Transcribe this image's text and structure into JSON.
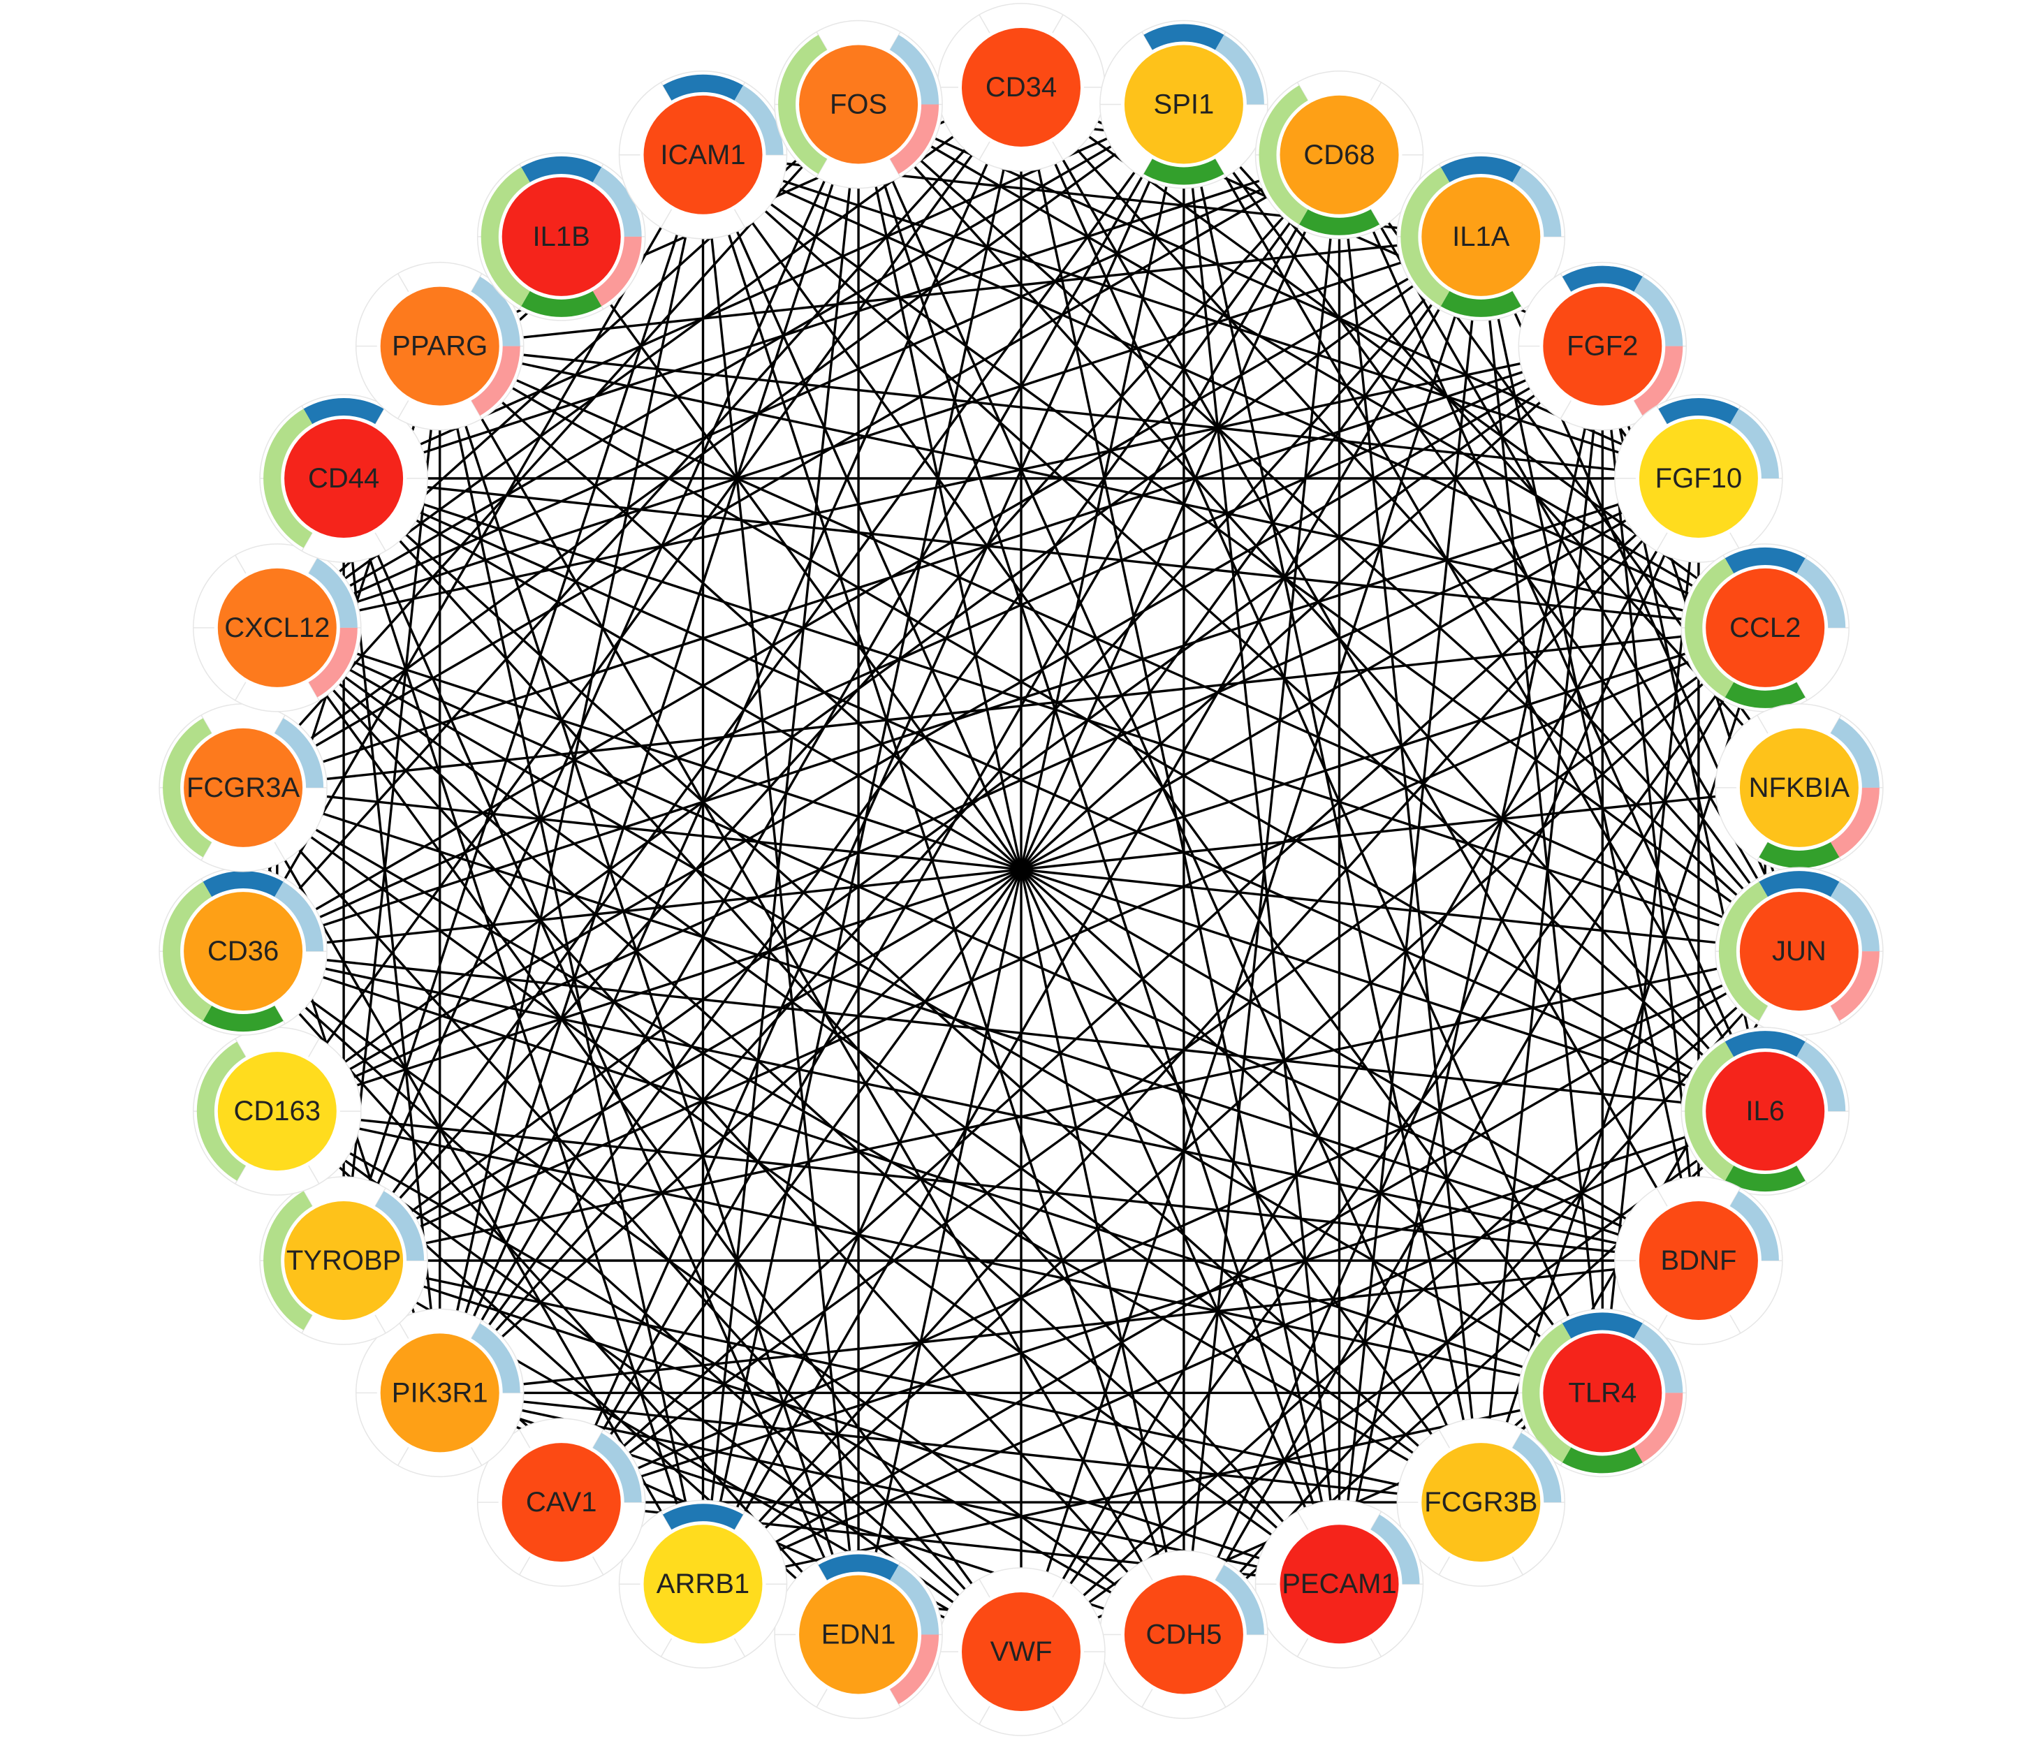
{
  "network": {
    "palette": {
      "node_red": "#f5241b",
      "node_redorange": "#fc4a14",
      "node_orange": "#fd7a1d",
      "node_amber": "#fea016",
      "node_gold": "#fec21a",
      "node_yellow": "#ffdc1e",
      "ring_dark_blue": "#1f78b4",
      "ring_light_blue": "#a6cee3",
      "ring_pink": "#fb9a99",
      "ring_dark_green": "#33a02c",
      "ring_light_green": "#b2df8a",
      "edge": "#000000"
    },
    "ring_categories": [
      "ring_dark_blue",
      "ring_light_blue",
      "ring_pink",
      "ring_dark_green",
      "ring_light_green"
    ],
    "nodes": [
      {
        "label": "CD34",
        "color": "node_redorange",
        "ring": [
          0,
          0,
          0,
          0,
          0
        ]
      },
      {
        "label": "SPI1",
        "color": "node_gold",
        "ring": [
          1,
          1,
          0,
          1,
          0
        ]
      },
      {
        "label": "CD68",
        "color": "node_amber",
        "ring": [
          0,
          0,
          0,
          1,
          1
        ]
      },
      {
        "label": "IL1A",
        "color": "node_amber",
        "ring": [
          1,
          1,
          0,
          1,
          1
        ]
      },
      {
        "label": "FGF2",
        "color": "node_redorange",
        "ring": [
          1,
          1,
          1,
          0,
          0
        ]
      },
      {
        "label": "FGF10",
        "color": "node_yellow",
        "ring": [
          1,
          1,
          0,
          0,
          0
        ]
      },
      {
        "label": "CCL2",
        "color": "node_redorange",
        "ring": [
          1,
          1,
          0,
          1,
          1
        ]
      },
      {
        "label": "NFKBIA",
        "color": "node_gold",
        "ring": [
          0,
          1,
          1,
          1,
          0
        ]
      },
      {
        "label": "JUN",
        "color": "node_redorange",
        "ring": [
          1,
          1,
          1,
          0,
          1
        ]
      },
      {
        "label": "IL6",
        "color": "node_red",
        "ring": [
          1,
          1,
          0,
          1,
          1
        ]
      },
      {
        "label": "BDNF",
        "color": "node_redorange",
        "ring": [
          0,
          1,
          0,
          0,
          0
        ]
      },
      {
        "label": "TLR4",
        "color": "node_red",
        "ring": [
          1,
          1,
          1,
          1,
          1
        ]
      },
      {
        "label": "FCGR3B",
        "color": "node_gold",
        "ring": [
          0,
          1,
          0,
          0,
          0
        ]
      },
      {
        "label": "PECAM1",
        "color": "node_red",
        "ring": [
          0,
          1,
          0,
          0,
          0
        ]
      },
      {
        "label": "CDH5",
        "color": "node_redorange",
        "ring": [
          0,
          1,
          0,
          0,
          0
        ]
      },
      {
        "label": "VWF",
        "color": "node_redorange",
        "ring": [
          0,
          0,
          0,
          0,
          0
        ]
      },
      {
        "label": "EDN1",
        "color": "node_amber",
        "ring": [
          1,
          1,
          1,
          0,
          0
        ]
      },
      {
        "label": "ARRB1",
        "color": "node_yellow",
        "ring": [
          1,
          0,
          0,
          0,
          0
        ]
      },
      {
        "label": "CAV1",
        "color": "node_redorange",
        "ring": [
          0,
          1,
          0,
          0,
          0
        ]
      },
      {
        "label": "PIK3R1",
        "color": "node_amber",
        "ring": [
          0,
          1,
          0,
          0,
          0
        ]
      },
      {
        "label": "TYROBP",
        "color": "node_gold",
        "ring": [
          0,
          1,
          0,
          0,
          1
        ]
      },
      {
        "label": "CD163",
        "color": "node_yellow",
        "ring": [
          0,
          0,
          0,
          0,
          1
        ]
      },
      {
        "label": "CD36",
        "color": "node_amber",
        "ring": [
          1,
          1,
          0,
          1,
          1
        ]
      },
      {
        "label": "FCGR3A",
        "color": "node_orange",
        "ring": [
          0,
          1,
          0,
          0,
          1
        ]
      },
      {
        "label": "CXCL12",
        "color": "node_orange",
        "ring": [
          0,
          1,
          1,
          0,
          0
        ]
      },
      {
        "label": "CD44",
        "color": "node_red",
        "ring": [
          1,
          0,
          0,
          0,
          1
        ]
      },
      {
        "label": "PPARG",
        "color": "node_orange",
        "ring": [
          0,
          1,
          1,
          0,
          0
        ]
      },
      {
        "label": "IL1B",
        "color": "node_red",
        "ring": [
          1,
          1,
          1,
          1,
          1
        ]
      },
      {
        "label": "ICAM1",
        "color": "node_redorange",
        "ring": [
          1,
          1,
          0,
          0,
          0
        ]
      },
      {
        "label": "FOS",
        "color": "node_orange",
        "ring": [
          0,
          1,
          1,
          0,
          1
        ]
      }
    ]
  }
}
